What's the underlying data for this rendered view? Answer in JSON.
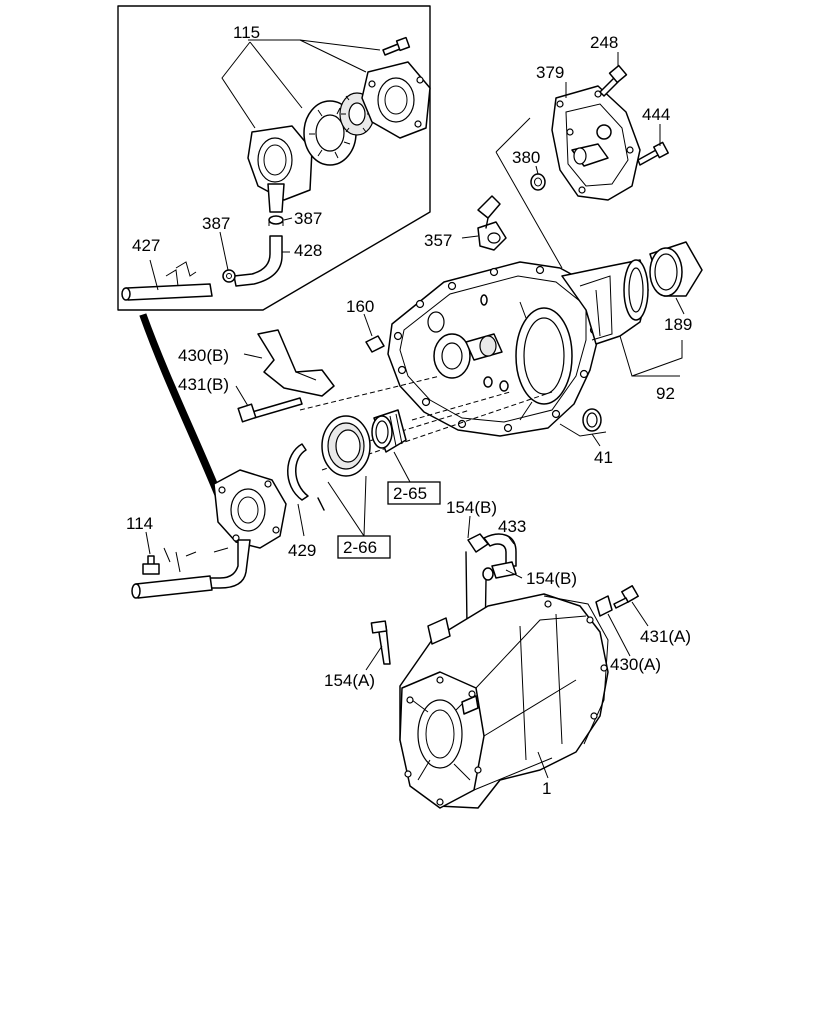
{
  "labels": {
    "p115": "115",
    "p248": "248",
    "p379": "379",
    "p444": "444",
    "p380": "380",
    "p387a": "387",
    "p387b": "387",
    "p427": "427",
    "p428": "428",
    "p357": "357",
    "p160": "160",
    "p189": "189",
    "p92": "92",
    "p430b": "430(B)",
    "p431b": "431(B)",
    "p41": "41",
    "p2_65": "2-65",
    "p2_66": "2-66",
    "p114": "114",
    "p429": "429",
    "p154b_1": "154(B)",
    "p433": "433",
    "p154b_2": "154(B)",
    "p431a": "431(A)",
    "p430a": "430(A)",
    "p154a": "154(A)",
    "p1": "1"
  }
}
